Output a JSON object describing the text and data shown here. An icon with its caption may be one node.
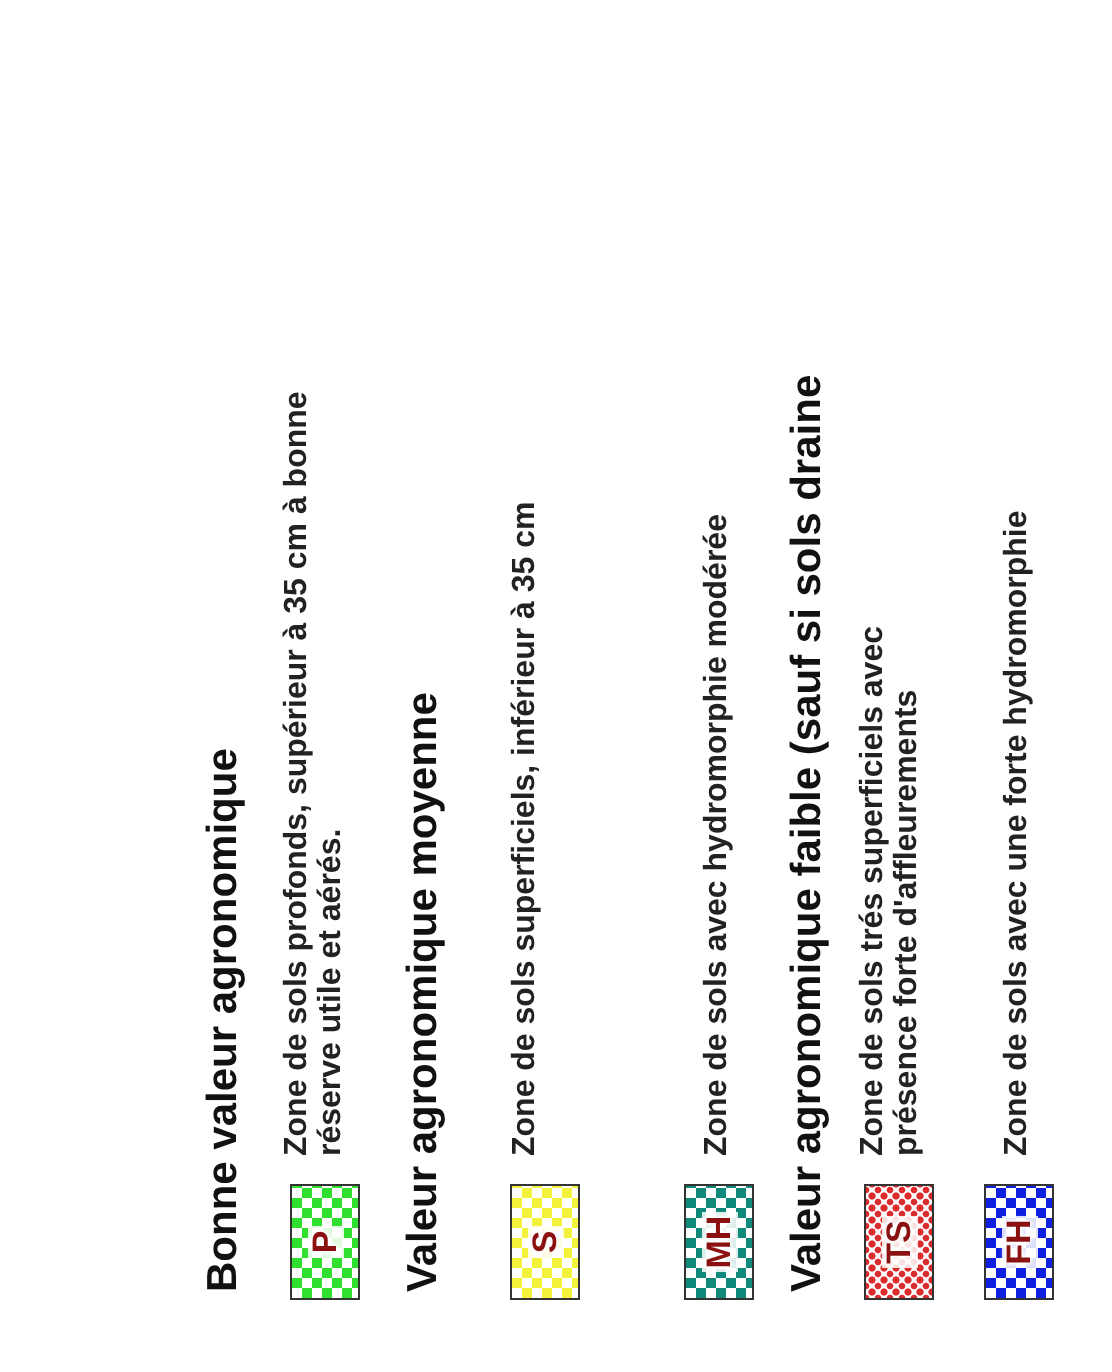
{
  "diagram": {
    "nodes": [
      {
        "text": [
          "P"
        ],
        "beside": [
          "Zone de sols profonds, supérieur à 35 cm à bonne réserve utile et aérés."
        ]
      },
      {
        "text": [
          "S"
        ],
        "beside": [
          "Zone de sols superficiels, inférieur à 35 cm"
        ]
      },
      {
        "text": [
          "MH"
        ],
        "beside": [
          "Zone de sols avec hydromorphie modérée"
        ]
      },
      {
        "text": [
          "TS"
        ],
        "beside": [
          "Zone de sols trés superficiels avec présence forte d'affleurements"
        ]
      },
      {
        "text": [
          "FH"
        ],
        "beside": [
          "Zone de sols avec une forte hydromorphie"
        ]
      }
    ],
    "labels": [
      "Bonne valeur agronomique",
      "Valeur agronomique moyenne",
      "Valeur agronomique faible (sauf si sols draine"
    ]
  }
}
